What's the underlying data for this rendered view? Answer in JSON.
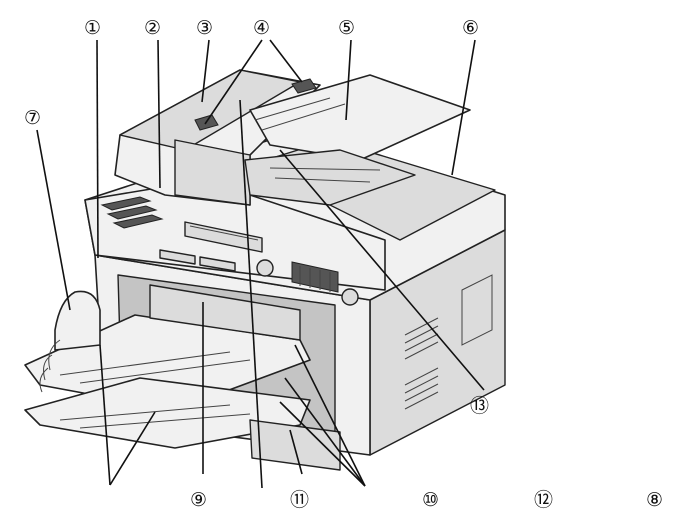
{
  "colors": {
    "ink": "#111111",
    "body": "#f1f1f1",
    "shade": "#dcdcdc",
    "dark": "#c4c4c4"
  },
  "callouts": [
    {
      "label": "①"
    },
    {
      "label": "②"
    },
    {
      "label": "③"
    },
    {
      "label": "④"
    },
    {
      "label": "⑤"
    },
    {
      "label": "⑥"
    },
    {
      "label": "⑦"
    },
    {
      "label": "⑬"
    },
    {
      "label": "⑨"
    },
    {
      "label": "⑪"
    },
    {
      "label": "⑩"
    },
    {
      "label": "⑫"
    },
    {
      "label": "⑧"
    }
  ]
}
